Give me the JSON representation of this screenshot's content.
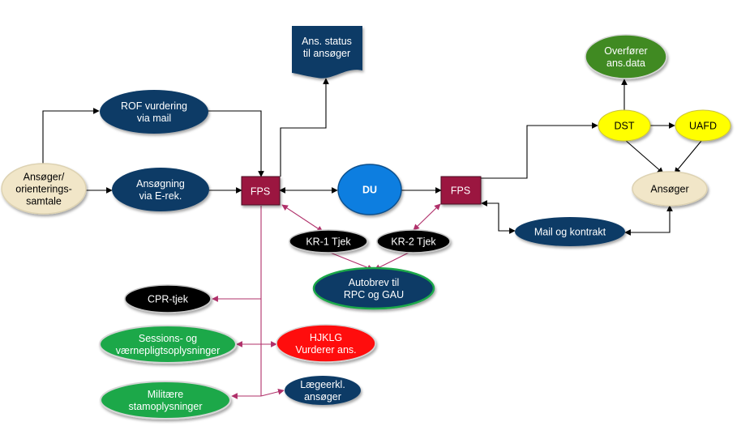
{
  "nodes": {
    "ansoger_left": [
      "Ansøger/",
      "orienterings-",
      "samtale"
    ],
    "rof": [
      "ROF vurdering",
      "via mail"
    ],
    "ansogning": [
      "Ansøgning",
      "via E-rek."
    ],
    "fps_left": [
      "FPS"
    ],
    "ans_status": [
      "Ans. status",
      "til ansøger"
    ],
    "du": [
      "DU"
    ],
    "fps_right": [
      "FPS"
    ],
    "kr1": [
      "KR-1 Tjek"
    ],
    "kr2": [
      "KR-2 Tjek"
    ],
    "autobrev": [
      "Autobrev til",
      "RPC og GAU"
    ],
    "cpr": [
      "CPR-tjek"
    ],
    "sessions": [
      "Sessions- og",
      "værnepligtsoplysninger"
    ],
    "hjklg": [
      "HJKLG",
      "Vurderer ans."
    ],
    "militaere": [
      "Militære",
      "stamoplysninger"
    ],
    "laegeerkl": [
      "Lægeerkl.",
      "ansøger"
    ],
    "mail_kontrakt": [
      "Mail og kontrakt"
    ],
    "overforer": [
      "Overfører",
      "ans.data"
    ],
    "dst": [
      "DST"
    ],
    "uafd": [
      "UAFD"
    ],
    "ansoger_right": [
      "Ansøger"
    ]
  },
  "colors": {
    "navy": "#0b3a66",
    "beige": "#f1e6c8",
    "maroon": "#9b1240",
    "blue": "#0f7ee0",
    "green": "#1aa84a",
    "dark_green": "#3f8a22",
    "yellow": "#ffff00",
    "red": "#ff0a0a",
    "black": "#000000",
    "pink_line": "#b0306a"
  }
}
